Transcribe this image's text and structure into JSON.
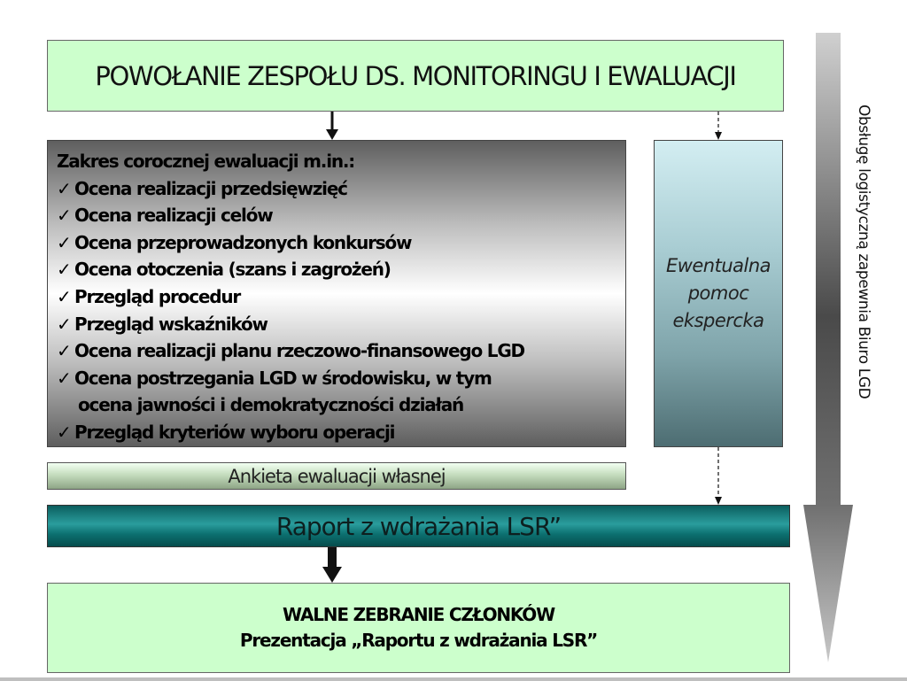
{
  "top_box": {
    "title": "POWOŁANIE ZESPOŁU DS. MONITORINGU I EWALUACJI"
  },
  "scope_box": {
    "heading": "Zakres corocznej ewaluacji m.in.:",
    "check_glyph": "✓",
    "items": [
      "Ocena realizacji przedsięwzięć",
      "Ocena realizacji celów",
      "Ocena przeprowadzonych konkursów",
      "Ocena otoczenia (szans i zagrożeń)",
      "Przegląd procedur",
      "Przegląd wskaźników",
      "Ocena realizacji planu rzeczowo-finansowego LGD",
      "Ocena postrzegania LGD w środowisku,  w tym",
      "Przegląd kryteriów wyboru operacji"
    ],
    "item_continuation": "ocena jawności i demokratyczności działań"
  },
  "expert_box": {
    "line1": "Ewentualna",
    "line2": "pomoc",
    "line3": "ekspercka"
  },
  "survey_box": {
    "label": "Ankieta ewaluacji własnej"
  },
  "report_box": {
    "label": "Raport  z wdrażania LSR”"
  },
  "general_box": {
    "line1": "WALNE ZEBRANIE CZŁONKÓW",
    "line2": "Prezentacja „Raportu  z wdrażania LSR”"
  },
  "side_label": {
    "text": "Obsługę logistyczną zapewnia Biuro LGD"
  },
  "colors": {
    "light_green_box": "#ccffcc",
    "report_teal": "#1a8c8c",
    "expert_blue": "#a9cdd3",
    "arrow_dark": "#111111"
  }
}
